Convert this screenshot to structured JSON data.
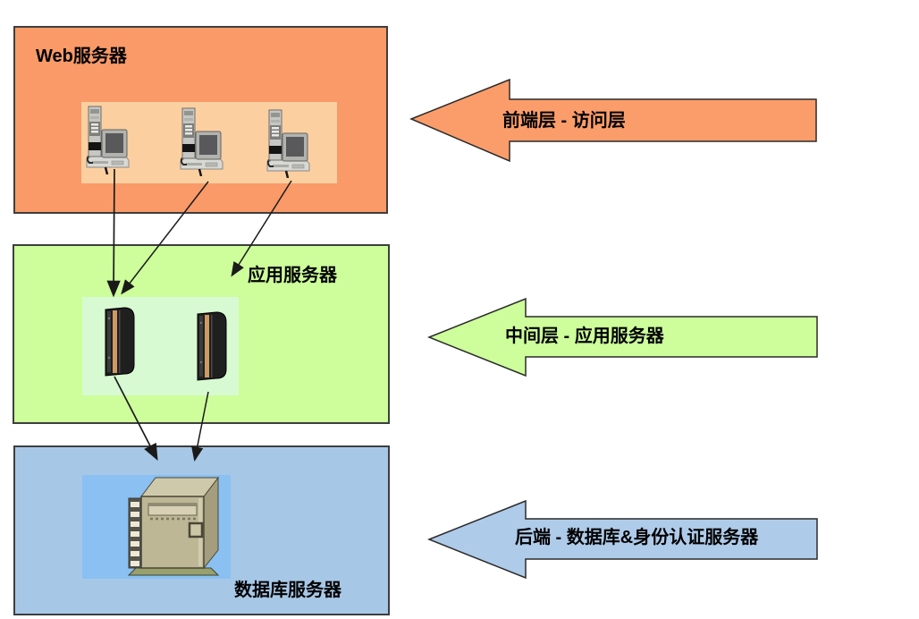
{
  "diagram": {
    "background": "#ffffff",
    "tiers": [
      {
        "name": "web",
        "label": "Web服务器",
        "icon": "desktop-computer-icon",
        "icon_count": 3,
        "box_color": "#F99A68",
        "icon_area_color": "#FCCFA0",
        "border_color": "#3E3E3E"
      },
      {
        "name": "app",
        "label": "应用服务器",
        "icon": "rack-server-icon",
        "icon_count": 2,
        "box_color": "#CDFE9B",
        "icon_area_color": "#D7FAD3",
        "border_color": "#3E3E3E"
      },
      {
        "name": "db",
        "label": "数据库服务器",
        "icon": "mainframe-server-icon",
        "icon_count": 1,
        "box_color": "#A7C7E7",
        "icon_area_color": "#8AC0F2",
        "border_color": "#3E3E3E"
      }
    ],
    "tier_arrows": [
      {
        "label": "前端层 - 访问层",
        "fill": "#FB9D6B",
        "stroke": "#2B2B2B",
        "direction": "left"
      },
      {
        "label": "中间层 - 应用服务器",
        "fill": "#CDFE9B",
        "stroke": "#2B2B2B",
        "direction": "left"
      },
      {
        "label": "后端 - 数据库&身份认证服务器",
        "fill": "#AECBE9",
        "stroke": "#2B2B2B",
        "direction": "left"
      }
    ],
    "connector_color": "#1A1A1A"
  }
}
